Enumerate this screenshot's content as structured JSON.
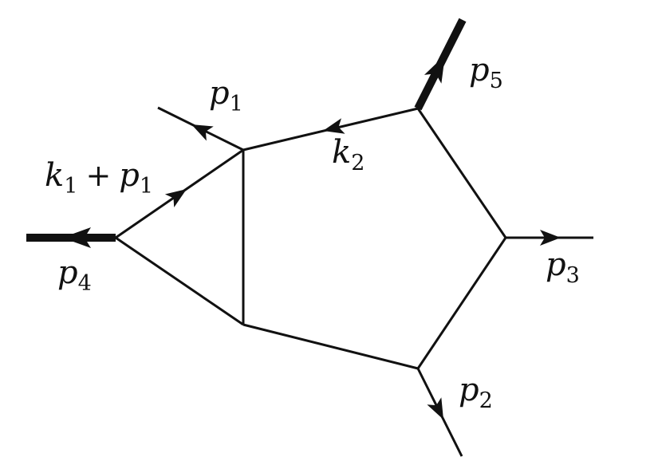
{
  "labels": {
    "p1": {
      "main": "p",
      "sub": "1"
    },
    "p2": {
      "main": "p",
      "sub": "2"
    },
    "p3": {
      "main": "p",
      "sub": "3"
    },
    "p4": {
      "main": "p",
      "sub": "4"
    },
    "p5": {
      "main": "p",
      "sub": "5"
    },
    "k2": {
      "main": "k",
      "sub": "2"
    },
    "k1p1": {
      "k": "k",
      "k_sub": "1",
      "plus": "+",
      "p": "p",
      "p_sub": "1"
    }
  }
}
